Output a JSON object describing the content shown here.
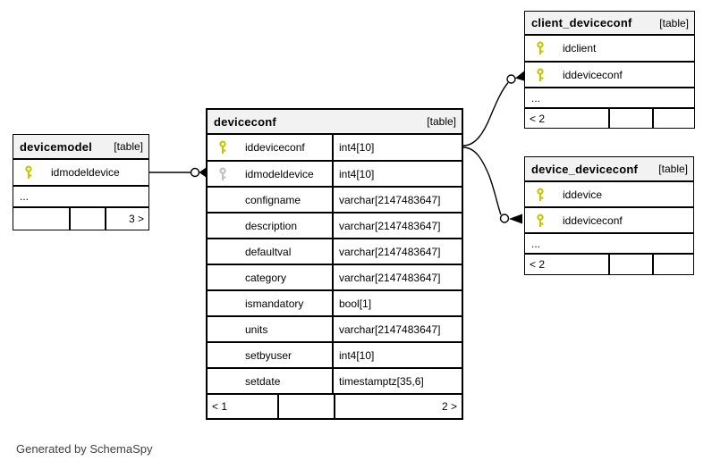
{
  "note": "Generated by SchemaSpy",
  "colors": {
    "primary_key": "#c6c600",
    "foreign_key": "#c0c0c0",
    "header_bg": "#f2f2f2",
    "line": "#000000"
  },
  "tables": {
    "devicemodel": {
      "name": "devicemodel",
      "tag": "[table]",
      "columns": [
        {
          "name": "idmodeldevice",
          "key": "primary"
        }
      ],
      "more": "...",
      "footer": {
        "c1": "",
        "c2": "",
        "c3": "3 >"
      }
    },
    "deviceconf": {
      "name": "deviceconf",
      "tag": "[table]",
      "columns": [
        {
          "name": "iddeviceconf",
          "type": "int4[10]",
          "key": "primary"
        },
        {
          "name": "idmodeldevice",
          "type": "int4[10]",
          "key": "foreign"
        },
        {
          "name": "configname",
          "type": "varchar[2147483647]",
          "key": "none"
        },
        {
          "name": "description",
          "type": "varchar[2147483647]",
          "key": "none"
        },
        {
          "name": "defaultval",
          "type": "varchar[2147483647]",
          "key": "none"
        },
        {
          "name": "category",
          "type": "varchar[2147483647]",
          "key": "none"
        },
        {
          "name": "ismandatory",
          "type": "bool[1]",
          "key": "none"
        },
        {
          "name": "units",
          "type": "varchar[2147483647]",
          "key": "none"
        },
        {
          "name": "setbyuser",
          "type": "int4[10]",
          "key": "none"
        },
        {
          "name": "setdate",
          "type": "timestamptz[35,6]",
          "key": "none"
        }
      ],
      "footer": {
        "c1": "< 1",
        "c2": "",
        "c3": "2 >"
      }
    },
    "client_deviceconf": {
      "name": "client_deviceconf",
      "tag": "[table]",
      "columns": [
        {
          "name": "idclient",
          "key": "primary"
        },
        {
          "name": "iddeviceconf",
          "key": "primary"
        }
      ],
      "more": "...",
      "footer": {
        "c1": "< 2",
        "c2": "",
        "c3": ""
      }
    },
    "device_deviceconf": {
      "name": "device_deviceconf",
      "tag": "[table]",
      "columns": [
        {
          "name": "iddevice",
          "key": "primary"
        },
        {
          "name": "iddeviceconf",
          "key": "primary"
        }
      ],
      "more": "...",
      "footer": {
        "c1": "< 2",
        "c2": "",
        "c3": ""
      }
    }
  },
  "relationships": [
    {
      "from": "deviceconf.idmodeldevice",
      "to": "devicemodel.idmodeldevice"
    },
    {
      "from": "client_deviceconf.iddeviceconf",
      "to": "deviceconf.iddeviceconf"
    },
    {
      "from": "device_deviceconf.iddeviceconf",
      "to": "deviceconf.iddeviceconf"
    }
  ]
}
